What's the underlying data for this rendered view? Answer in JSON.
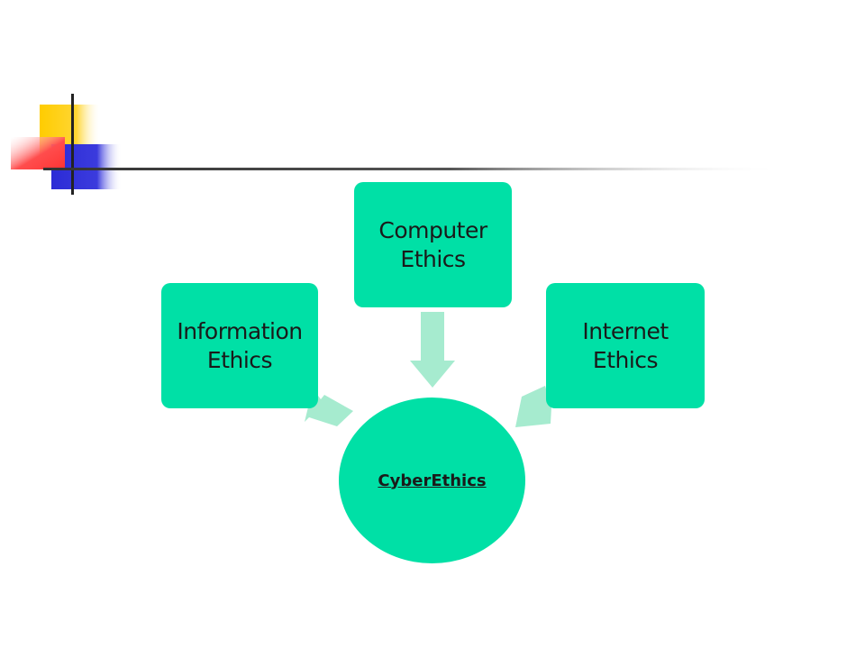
{
  "colors": {
    "box_fill": "#00e0a6",
    "arrow_fill": "#a6ebcf",
    "rule_line": "#333333",
    "accent_yellow": "#ffcc00",
    "accent_blue": "#3333cc",
    "accent_red": "#ff4444"
  },
  "diagram": {
    "center": {
      "label": "CyberEthics"
    },
    "nodes": [
      {
        "id": "information",
        "label": "Information\nEthics"
      },
      {
        "id": "computer",
        "label": "Computer\nEthics"
      },
      {
        "id": "internet",
        "label": "Internet\nEthics"
      }
    ]
  }
}
